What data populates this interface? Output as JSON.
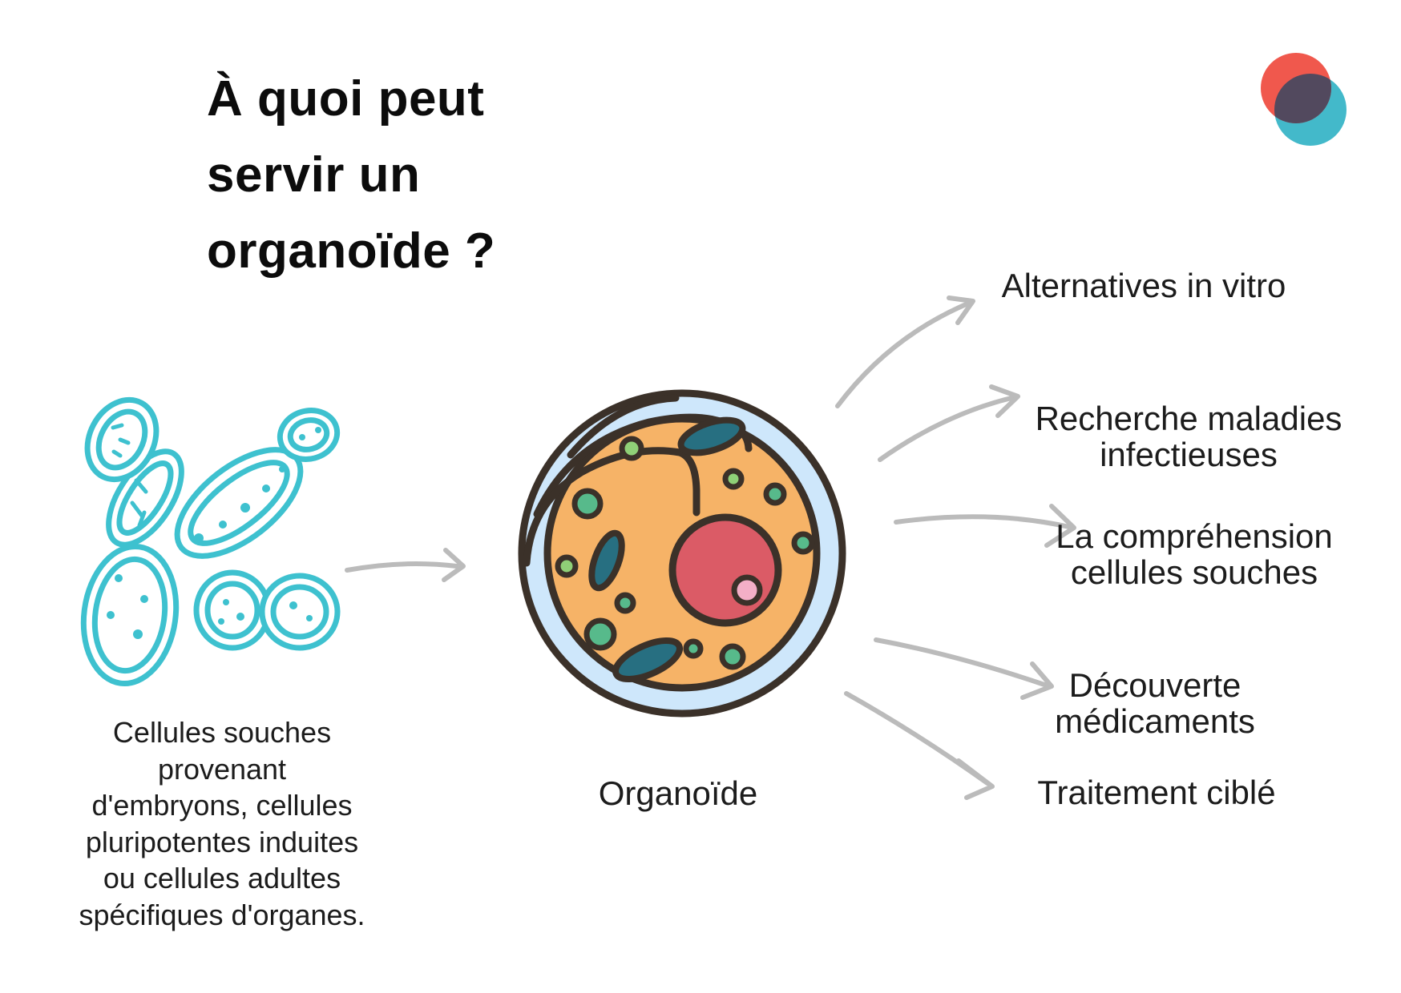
{
  "title": {
    "lines": [
      "À quoi peut",
      "servir un",
      "organoïde ?"
    ]
  },
  "logo": {
    "red": "#F0584D",
    "teal": "#43B9CA",
    "overlap": "#52495E"
  },
  "stem_cells": {
    "illustration_color": "#3EC1CF",
    "caption_lines": [
      "Cellules souches",
      "provenant",
      "d'embryons, cellules",
      "pluripotentes induites",
      "ou cellules adultes",
      "spécifiques d'organes."
    ]
  },
  "organoid": {
    "label": "Organoïde",
    "colors": {
      "outline": "#3B3129",
      "membrane": "#CEE7FB",
      "cytoplasm": "#F6B367",
      "nucleus": "#DB5B66",
      "nucleolus": "#F4AFC7",
      "organelle_teal": "#276F81",
      "organelle_green": "#57BA8B",
      "organelle_light_green": "#8FD077"
    }
  },
  "arrow_color": "#BBBBBB",
  "uses": [
    {
      "lines": [
        "Alternatives in vitro"
      ]
    },
    {
      "lines": [
        "Recherche maladies",
        "infectieuses"
      ]
    },
    {
      "lines": [
        "La compréhension",
        "cellules souches"
      ]
    },
    {
      "lines": [
        "Découverte",
        "médicaments"
      ]
    },
    {
      "lines": [
        "Traitement ciblé"
      ]
    }
  ]
}
